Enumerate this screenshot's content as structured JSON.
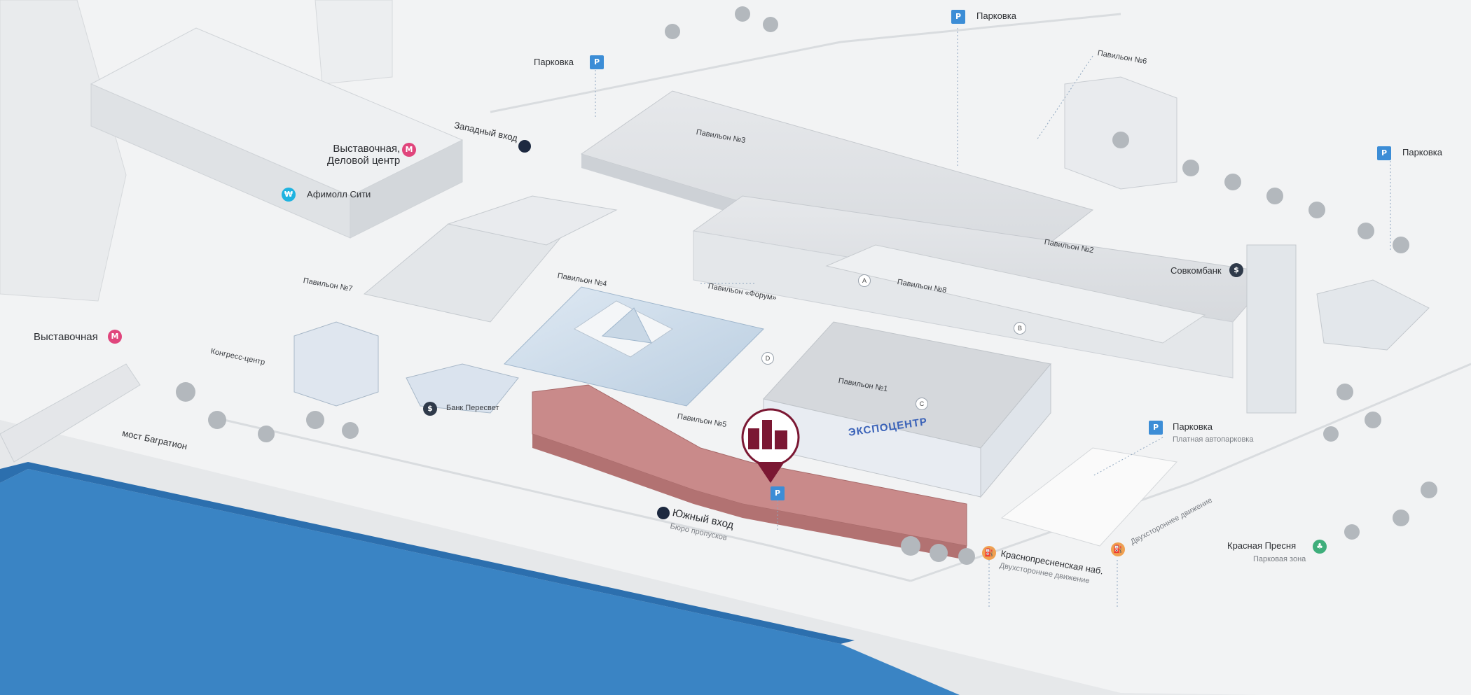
{
  "labels": {
    "metro_vystavochnaya_delovoy": "Выставочная,\nДеловой центр",
    "afimall": "Афимолл Сити",
    "parking_1": "Парковка",
    "parking_2": "Парковка",
    "parking_3": "Парковка",
    "parking_4": "Парковка",
    "paid_parking": "Платная автопарковка",
    "west_entrance": "Западный вход",
    "pavilion_6": "Павильон №6",
    "pavilion_3": "Павильон №3",
    "pavilion_2": "Павильон №2",
    "pavilion_8": "Павильон №8",
    "pavilion_7": "Павильон №7",
    "pavilion_4": "Павильон №4",
    "pavilion_forum": "Павильон «Форум»",
    "pavilion_1": "Павильон №1",
    "pavilion_5": "Павильон №5",
    "sovcombank": "Совкомбанк",
    "vystavochnaya": "Выставочная",
    "congress_center": "Конгресс-центр",
    "bank_peresvet": "Банк Пересвет",
    "bagration_bridge": "мост Багратион",
    "south_entrance": "Южный вход",
    "pass_office": "Бюро пропусков",
    "krasnopresnenskaya": "Краснопресненская наб.",
    "two_way_1": "Двухстороннее движение",
    "two_way_2": "Двухстороннее движение",
    "krasnaya_presnya": "Красная Пресня",
    "park_zone": "Парковая зона",
    "building_sign": "ЭКСПОЦЕНТР",
    "entrance_a": "A",
    "entrance_b": "B",
    "entrance_c": "C",
    "entrance_d": "D"
  },
  "icons": {
    "metro": "М",
    "parking": "P",
    "mall": "₩",
    "bank": "$",
    "fuel": "⛽",
    "park": "♣"
  },
  "colors": {
    "river": "#3a84c4",
    "highlight": "#c98a8a",
    "marker": "#7b1833",
    "metro": "#e0457c",
    "parking": "#3c8dd6"
  }
}
